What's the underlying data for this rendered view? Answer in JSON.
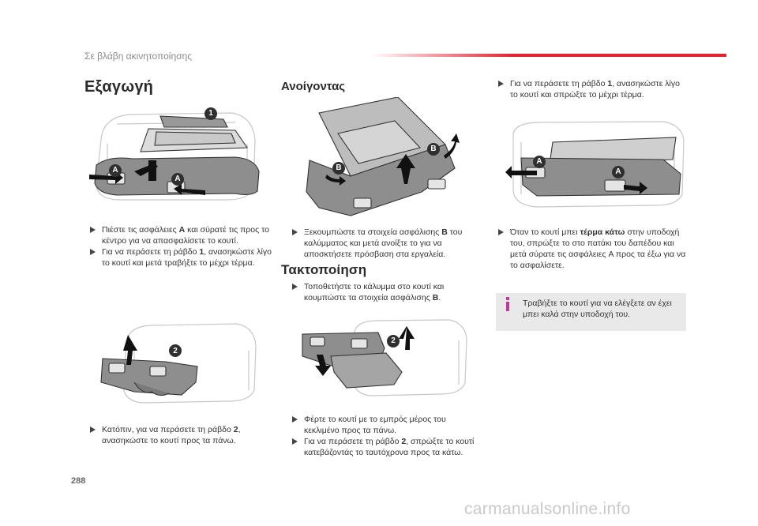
{
  "header": {
    "section": "Σε βλάβη ακινητοποίησης"
  },
  "col1": {
    "heading": "Εξαγωγή",
    "bullets1": [
      {
        "pre": "Πιέστε τις ασφάλειες ",
        "bold": "A",
        "post": " και σύρατέ τις προς το κέντρο για να απασφαλίσετε το κουτί."
      },
      {
        "pre": "Για να περάσετε τη ράβδο ",
        "bold": "1",
        "post": ", ανασηκώστε λίγο το κουτί και μετά τραβήξτε το μέχρι τέρμα."
      }
    ],
    "bullets2": [
      {
        "pre": "Κατόπιν, για να περάσετε τη ράβδο ",
        "bold": "2",
        "post": ", ανασηκώστε το κουτί προς τα πάνω."
      }
    ]
  },
  "col2": {
    "heading_open": "Ανοίγοντας",
    "bullets_open": [
      {
        "pre": "Ξεκουμπώστε τα στοιχεία ασφάλισης ",
        "bold": "B",
        "post": " του καλύμματος και μετά ανοίξτε το για να αποσκτήσετε πρόσβαση στα εργαλεία."
      }
    ],
    "heading_store": "Τακτοποίηση",
    "bullets_store": [
      {
        "pre": "Τοποθετήστε το κάλυμμα στο κουτί και κουμπώστε τα στοιχεία ασφάλισης ",
        "bold": "B",
        "post": "."
      }
    ],
    "bullets_bottom": [
      {
        "pre": "Φέρτε το κουτί με το εμπρός μέρος του κεκλιμένο προς τα πάνω.",
        "bold": "",
        "post": ""
      },
      {
        "pre": "Για να περάσετε τη ράβδο ",
        "bold": "2",
        "post": ", σπρώξτε το κουτί κατεβάζοντάς το ταυτόχρονα προς τα κάτω."
      }
    ]
  },
  "col3": {
    "bullets_top": [
      {
        "pre": "Για να περάσετε τη ράβδο ",
        "bold": "1",
        "post": ", ανασηκώστε λίγο το κουτί και σπρώξτε το μέχρι τέρμα."
      }
    ],
    "bullets_mid": [
      {
        "pre": "Όταν το κουτί μπει ",
        "bold": "τέρμα κάτω",
        "post": " στην υποδοχή του, σπρώξτε το στο πατάκι του δαπέδου και μετά σύρατε τις ασφάλειες A προς τα έξω για να το ασφαλίσετε."
      }
    ],
    "info": "Τραβήξτε το κουτί για να ελέγξετε αν έχει μπει καλά στην υποδοχή του."
  },
  "figures": {
    "fig1_labels": [
      "1",
      "A",
      "A"
    ],
    "fig2_labels": [
      "2"
    ],
    "fig3_labels": [
      "B",
      "B"
    ],
    "fig4_labels": [
      "2"
    ],
    "fig5_labels": [
      "A",
      "A"
    ]
  },
  "footer": {
    "page": "288",
    "watermark": "carmanualsonline.info"
  },
  "colors": {
    "accent": "#e2222f",
    "info_icon": "#c7349a",
    "panel": "#e9e9e9"
  }
}
